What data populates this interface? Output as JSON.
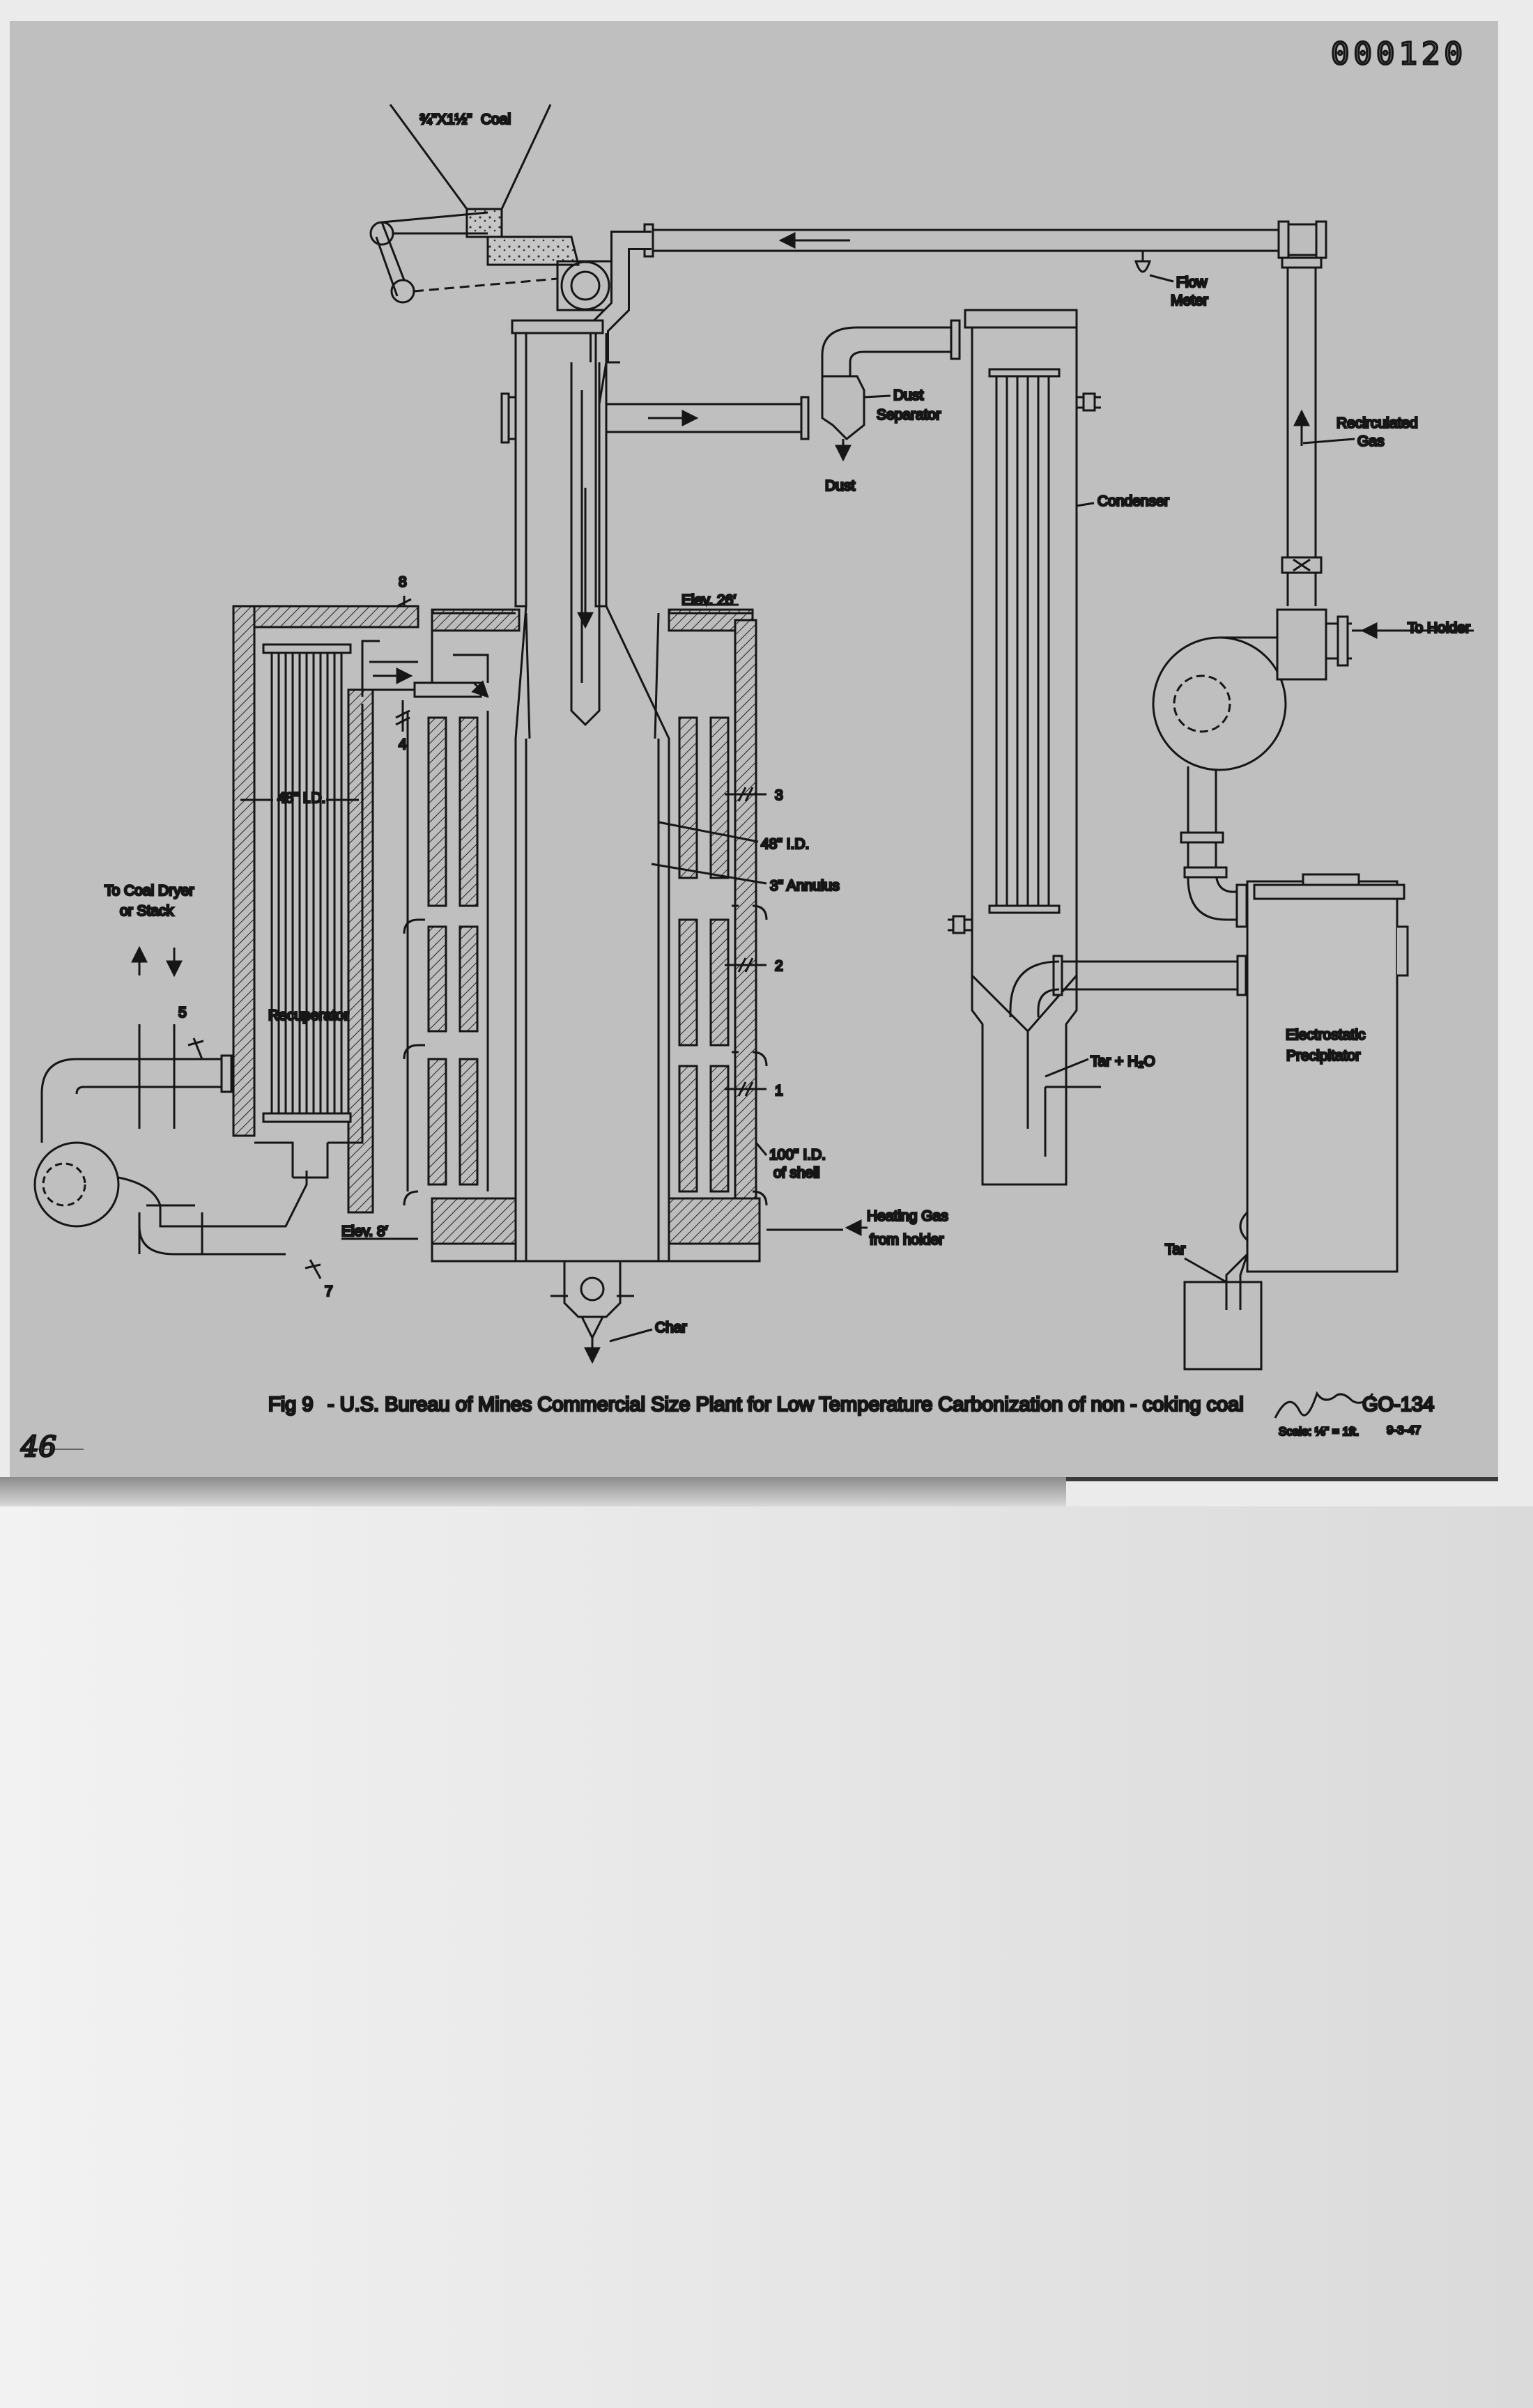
{
  "doc_number": "000120",
  "feed": {
    "size": "¾\"X1½\"",
    "material": "Coal"
  },
  "labels": {
    "flow_meter": [
      "Flow",
      "Meter"
    ],
    "dust_separator": [
      "Dust",
      "Separator"
    ],
    "dust": "Dust",
    "recirculated_gas": [
      "Recirculated",
      "Gas"
    ],
    "condenser": "Condenser",
    "to_holder": "To Holder",
    "elev_top": "Elev. 26′",
    "elev_bottom": "Elev. 8′",
    "recuperator_id": "48\" I.D.",
    "retort_id": "48\" I.D.",
    "annulus": "3\" Annulus",
    "to_coal_dryer": [
      "To Coal Dryer",
      "or Stack"
    ],
    "recuperator": "Recuperator",
    "tar_h2o": "Tar + H₂O",
    "electrostatic_precipitator": [
      "Electrostatic",
      "Precipitator"
    ],
    "shell_id": [
      "100\" I.D.",
      "of shell"
    ],
    "heating_gas": [
      "Heating Gas",
      "from holder"
    ],
    "tar": "Tar",
    "char": "Char"
  },
  "points": [
    "8",
    "4",
    "3",
    "2",
    "1",
    "5",
    "7"
  ],
  "caption": {
    "fig": "Fig 9",
    "text": "- U.S. Bureau of Mines Commercial Size Plant for Low Temperature Carbonization of non - coking coal"
  },
  "drawing_no": "GO-134",
  "scale": "Scale: ⅛\" = 1ft.",
  "date": "9-3-47",
  "margin_note": "46"
}
